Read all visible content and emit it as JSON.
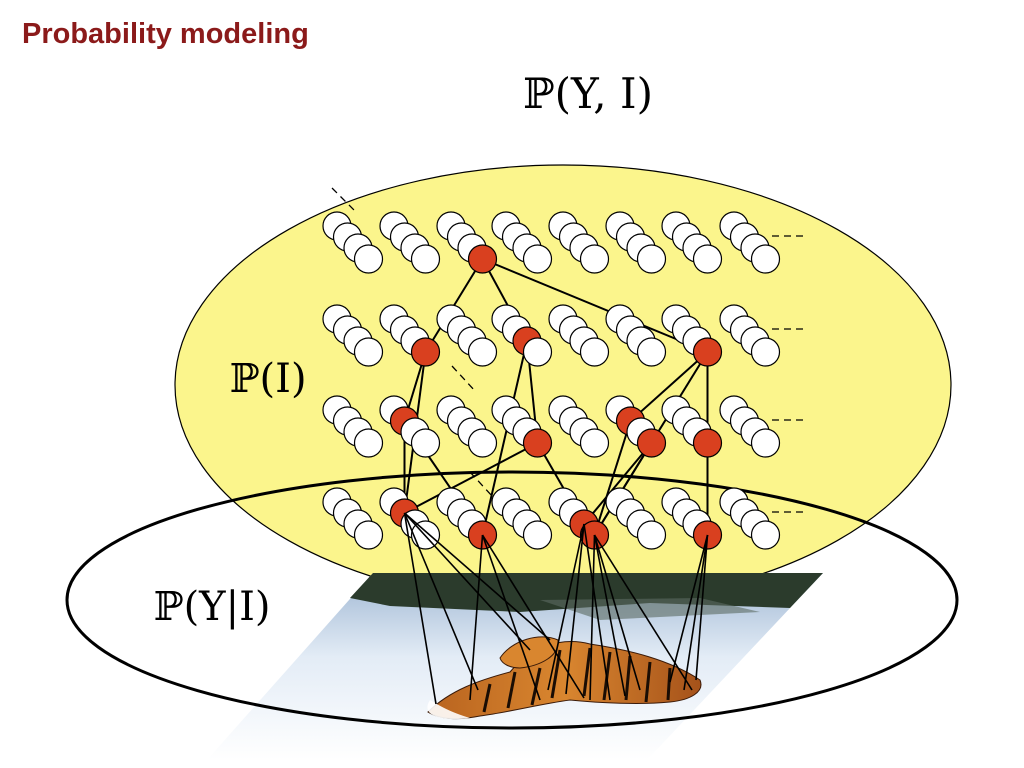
{
  "slide": {
    "title": "Probability modeling"
  },
  "formulas": {
    "joint": "ℙ(Y, I)",
    "prior": "ℙ(I)",
    "likelihood": "ℙ(Y|I)"
  },
  "graph": {
    "layers": 4,
    "columns_per_layer": 8,
    "nodes_per_column": 4,
    "continuation_mark": "- - -"
  },
  "colors": {
    "title": "#8b1a1a",
    "prior_region": "#fbf58c",
    "active_node": "#d9401f",
    "inactive_node": "#ffffff"
  },
  "image_content": "tiger in snow"
}
